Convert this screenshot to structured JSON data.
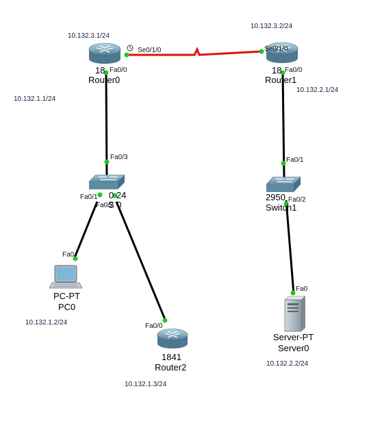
{
  "colors": {
    "background": "#ffffff",
    "ethernet_link": "#000000",
    "serial_link": "#e01010",
    "port_up": "#1ec81e"
  },
  "devices": {
    "router0": {
      "icon": "router-icon",
      "model": "18",
      "name": "Router0"
    },
    "router1": {
      "icon": "router-icon",
      "model": "18",
      "name": "Router1"
    },
    "router2": {
      "icon": "router-icon",
      "model": "1841",
      "name": "Router2"
    },
    "switch0": {
      "icon": "switch-icon",
      "model": "0 24",
      "name": "S 0"
    },
    "switch1": {
      "icon": "switch-icon",
      "model": "2950",
      "name": "Switch1"
    },
    "pc0": {
      "icon": "pc-icon",
      "model": "PC-PT",
      "name": "PC0"
    },
    "server0": {
      "icon": "server-icon",
      "model": "Server-PT",
      "name": "Server0"
    }
  },
  "ports": {
    "r0_se": "Se0/1/0",
    "r1_se": "Se0/1/0",
    "r0_fa": "Fa0/0",
    "r1_fa": "Fa0/0",
    "sw0_fa3": "Fa0/3",
    "sw0_fa1": "Fa0/1",
    "sw0_fa2": "Fa0/2",
    "sw1_fa1": "Fa0/1",
    "sw1_fa2": "Fa0/2",
    "pc0_fa": "Fa0",
    "r2_fa": "Fa0/0",
    "server0_fa": "Fa0"
  },
  "addresses": {
    "router0_serial": "10.132.3.1/24",
    "router1_serial": "10.132.3.2/24",
    "router0_lan": "10.132.1.1/24",
    "router1_lan": "10.132.2.1/24",
    "pc0": "10.132.1.2/24",
    "router2": "10.132.1.3/24",
    "server0": "10.132.2.2/24"
  }
}
